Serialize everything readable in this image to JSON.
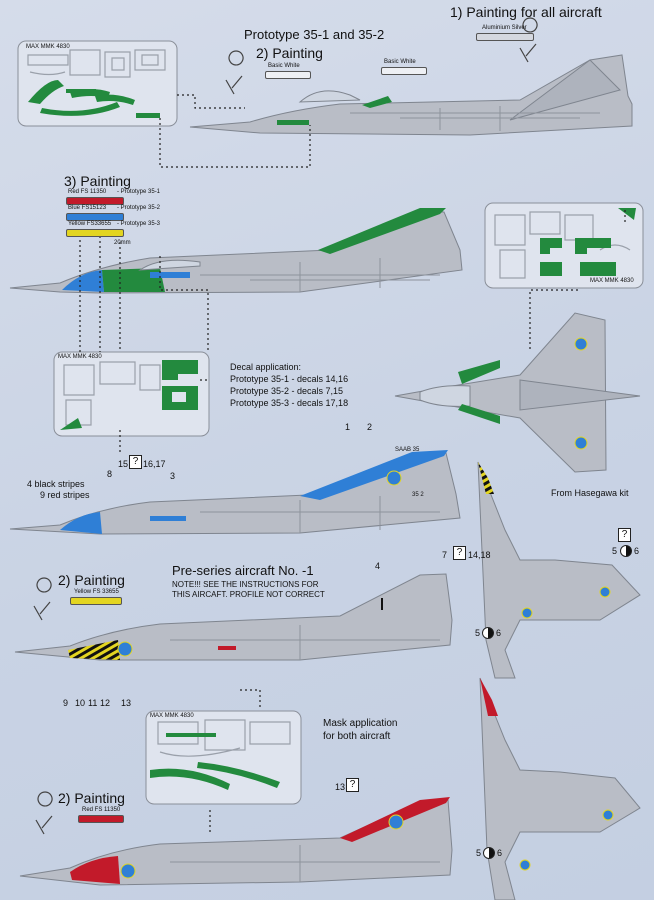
{
  "header": {
    "painting_all": "1) Painting for all aircraft",
    "aluminium": "Aluminium Silver",
    "prototype_title": "Prototype 35-1 and 35-2",
    "painting2": "2) Painting",
    "basic_white_1": "Basic White",
    "basic_white_2": "Basic White"
  },
  "mask_sheet_code": "MAX MMK 4830",
  "painting3": {
    "title": "3) Painting",
    "items": [
      {
        "label": "Red FS 11350",
        "desc": "- Prototype 35-1",
        "color": "#c21a2a"
      },
      {
        "label": "Blue FS15123",
        "desc": "- Prototype 35-2",
        "color": "#2f7fd6"
      },
      {
        "label": "Yellow FS33655",
        "desc": "- Prototype 35-3",
        "color": "#e3d521"
      }
    ],
    "dimension": "20mm"
  },
  "decal": {
    "title": "Decal application:",
    "lines": [
      "Prototype 35-1 - decals 14,16",
      "Prototype 35-2 - decals 7,15",
      "Prototype 35-3 - decals 17,18"
    ]
  },
  "hasegawa": "From Hasegawa kit",
  "callouts": {
    "n1": "1",
    "n2": "2",
    "n3": "3",
    "n8": "8",
    "n15": "15",
    "n1617": "16,17",
    "black_stripes": "4 black stripes",
    "red_stripes": "9 red stripes",
    "n7": "7",
    "n1418": "14,18",
    "n4": "4",
    "n9": "9",
    "n10": "10",
    "n11": "11",
    "n12": "12",
    "n13": "13",
    "n13b": "13",
    "n5a": "5",
    "n6a": "6",
    "n5b": "5",
    "n6b": "6",
    "n5c": "5",
    "n6c": "6",
    "q": "?",
    "tail_code": "SAAB 35",
    "fin_num": "35 2"
  },
  "preseries": {
    "title": "Pre-series aircraft No. -1",
    "note_line1": "NOTE!!! SEE THE INSTRUCTIONS FOR",
    "note_line2": "THIS AIRCAFT. PROFILE NOT CORRECT",
    "painting": "2) Painting",
    "yellow": "Yellow FS 33655"
  },
  "mask_app": {
    "line1": "Mask application",
    "line2": "for both aircraft"
  },
  "bottom": {
    "painting": "2) Painting",
    "red": "Red FS 11350"
  },
  "colors": {
    "green": "#238a3e",
    "blue": "#2f7fd6",
    "red": "#c21a2a",
    "yellow": "#e3d521",
    "silver": "#b9bdc6",
    "white_swatch": "#eef0f4"
  }
}
